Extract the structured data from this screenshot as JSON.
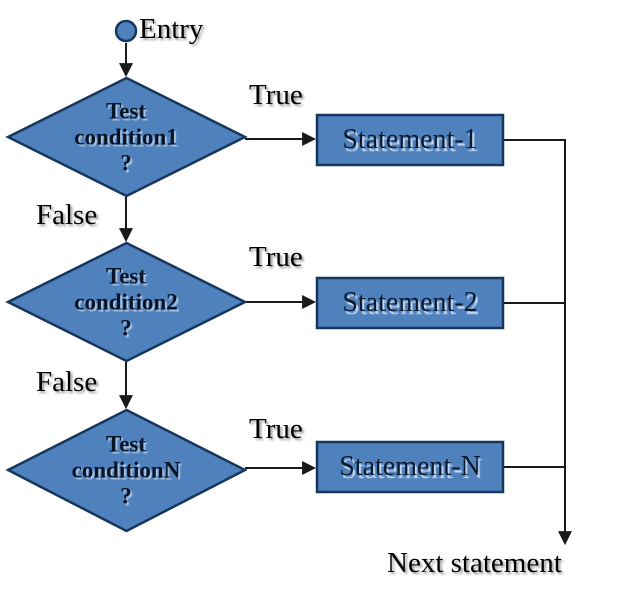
{
  "diagram": {
    "type": "flowchart",
    "background": "#ffffff",
    "colors": {
      "shape_fill": "#4f81bd",
      "shape_border": "#17365d",
      "connector": "#1a1a1a"
    },
    "entry": {
      "label": "Entry"
    },
    "rows": [
      {
        "condition_line1": "Test",
        "condition_line2": "condition1",
        "condition_line3": "?",
        "true_label": "True",
        "false_label": "False",
        "statement": "Statement-1"
      },
      {
        "condition_line1": "Test",
        "condition_line2": "condition2",
        "condition_line3": "?",
        "true_label": "True",
        "false_label": "False",
        "statement": "Statement-2"
      },
      {
        "condition_line1": "Test",
        "condition_line2": "conditionN",
        "condition_line3": "?",
        "true_label": "True",
        "statement": "Statement-N"
      }
    ],
    "exit_label": "Next statement"
  }
}
